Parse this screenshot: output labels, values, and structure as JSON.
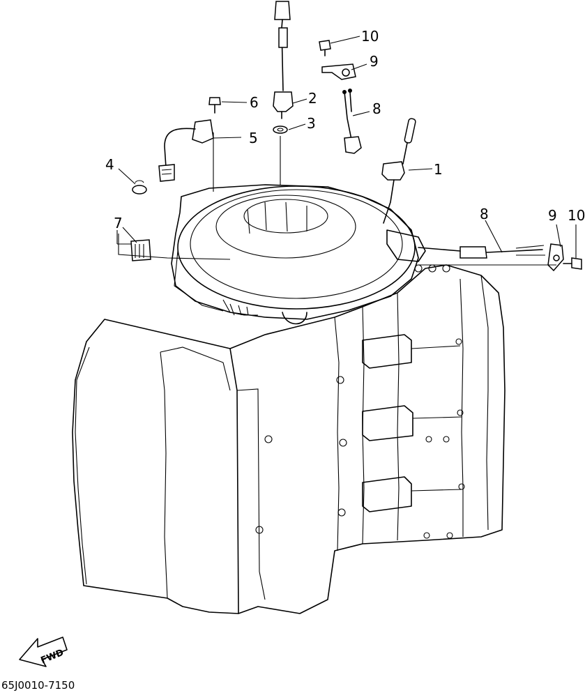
{
  "callouts": [
    {
      "id": "c1",
      "text": "1"
    },
    {
      "id": "c2",
      "text": "2"
    },
    {
      "id": "c3",
      "text": "3"
    },
    {
      "id": "c4",
      "text": "4"
    },
    {
      "id": "c5",
      "text": "5"
    },
    {
      "id": "c6",
      "text": "6"
    },
    {
      "id": "c7",
      "text": "7"
    },
    {
      "id": "c8a",
      "text": "8"
    },
    {
      "id": "c8b",
      "text": "8"
    },
    {
      "id": "c9a",
      "text": "9"
    },
    {
      "id": "c9b",
      "text": "9"
    },
    {
      "id": "c10a",
      "text": "10"
    },
    {
      "id": "c10b",
      "text": "10"
    }
  ],
  "direction_label": "FWD",
  "drawing_code": "65J0010-7150"
}
